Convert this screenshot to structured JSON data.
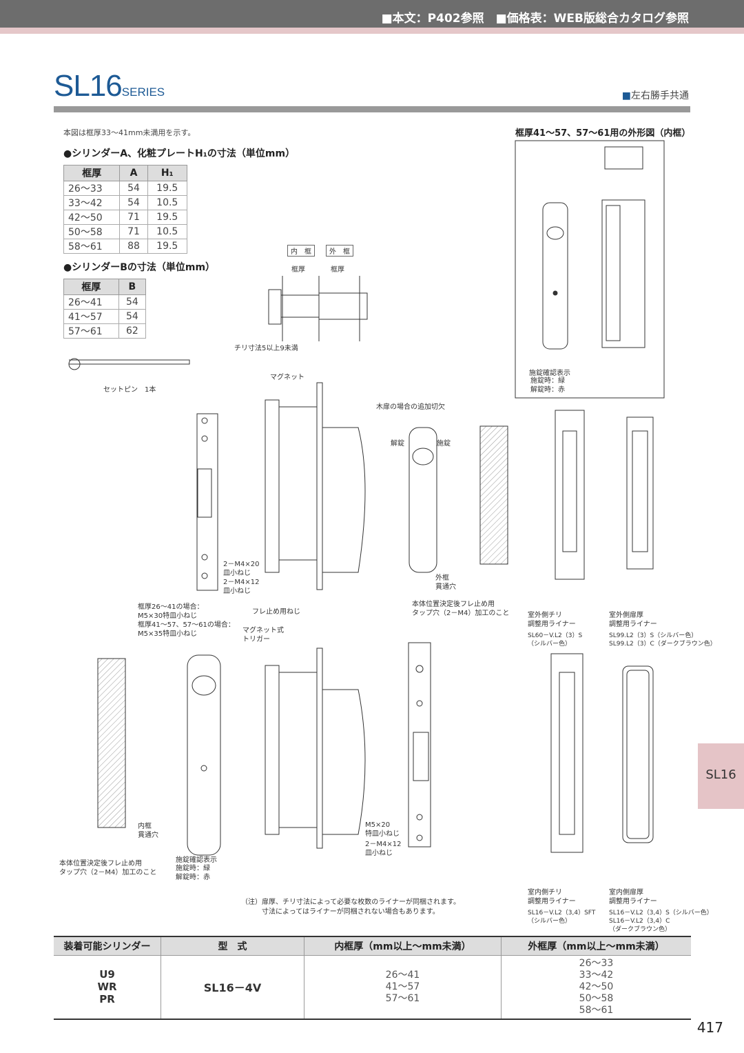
{
  "header": {
    "ref_text": "■本文：P402参照　■価格表：WEB版総合カタログ参照"
  },
  "title": {
    "main": "SL16",
    "series": "SERIES",
    "note": "左右勝手共通",
    "note_marker": "■"
  },
  "intro_note": "本図は框厚33～41mm未満用を示す。",
  "table_a": {
    "heading": "●シリンダーA、化粧プレートH₁の寸法（単位mm）",
    "headers": [
      "框厚",
      "A",
      "H₁"
    ],
    "rows": [
      [
        "26～33",
        "54",
        "19.5"
      ],
      [
        "33～42",
        "54",
        "10.5"
      ],
      [
        "42～50",
        "71",
        "19.5"
      ],
      [
        "50～58",
        "71",
        "10.5"
      ],
      [
        "58～61",
        "88",
        "19.5"
      ]
    ]
  },
  "table_b": {
    "heading": "●シリンダーBの寸法（単位mm）",
    "headers": [
      "框厚",
      "B"
    ],
    "rows": [
      [
        "26～41",
        "54"
      ],
      [
        "41～57",
        "54"
      ],
      [
        "57～61",
        "62"
      ]
    ]
  },
  "drawing_labels": {
    "inner_frame": "内　框",
    "outer_frame": "外　框",
    "frame_thickness": "框厚",
    "chiri": "チリ寸法5以上9未満",
    "set_pin": "セットピン　1本",
    "magnet": "マグネット",
    "wood_door": "木扉の場合の追加切欠",
    "unlock": "解錠",
    "lock": "施錠",
    "m4x20": "2－M4×20\n皿小ねじ",
    "m4x12": "2－M4×12\n皿小ねじ",
    "outer_through": "外框\n貫通穴",
    "body_position_tap": "本体位置決定後フレ止め用\nタップ穴（2－M4）加工のこと",
    "screw_notes": "框厚26～41の場合：\nM5×30特皿小ねじ\n框厚41～57、57～61の場合：\nM5×35特皿小ねじ",
    "fure_screw": "フレ止め用ねじ",
    "magnet_trigger": "マグネット式\nトリガー",
    "outer_chiri_liner": "室外側チリ\n調整用ライナー",
    "outer_chiri_liner_model": "SL60－V.L2（3）S\n（シルバー色）",
    "outer_frame_liner": "室外側扉厚\n調整用ライナー",
    "outer_frame_liner_model": "SL99.L2（3）S（シルバー色）\nSL99.L2（3）C（ダークブラウン色）",
    "inner_chiri_liner": "室内側チリ\n調整用ライナー",
    "inner_chiri_liner_model": "SL16－V.L2（3,4）SFT\n（シルバー色）",
    "inner_frame_liner": "室内側扉厚\n調整用ライナー",
    "inner_frame_liner_model": "SL16－V.L2（3,4）S（シルバー色）\nSL16－V.L2（3,4）C\n（ダークブラウン色）",
    "lock_indicator": "施錠確認表示",
    "lock_indicator_detail": "施錠時：緑\n解錠時：赤",
    "inner_through": "内框\n貫通穴",
    "m5x20": "M5×20\n特皿小ねじ",
    "outline_title": "框厚41～57、57～61用の外形図（内框）",
    "footnote": "（注）扉厚、チリ寸法によって必要な枚数のライナーが同梱されます。\n　　　寸法によってはライナーが同梱されない場合もあります。"
  },
  "bottom_table": {
    "headers": [
      "装着可能シリンダー",
      "型　式",
      "内框厚（mm以上～mm未満）",
      "外框厚（mm以上～mm未満）"
    ],
    "cylinders": "U9\nWR\nPR",
    "model": "SL16－4V",
    "inner_thickness": "26～41\n41～57\n57～61",
    "outer_thickness": "26～33\n33～42\n42～50\n50～58\n58～61"
  },
  "side_tab": "SL16",
  "page_number": "417"
}
